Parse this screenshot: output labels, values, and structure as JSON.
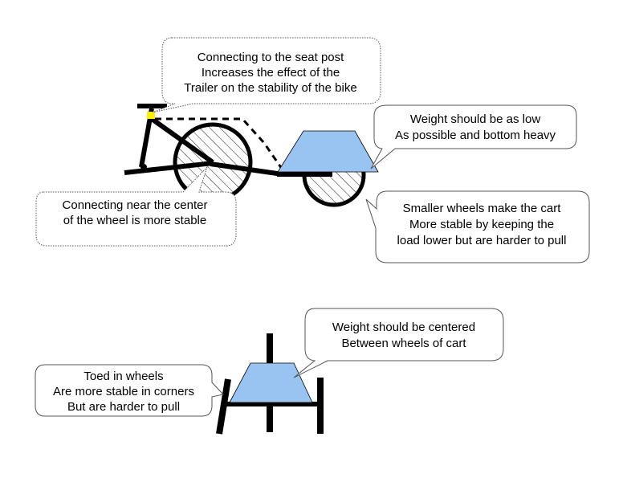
{
  "callouts": {
    "seat_post": {
      "lines": [
        "Connecting to the seat post",
        "Increases the effect of the",
        "Trailer on the stability of the bike"
      ]
    },
    "weight_low": {
      "lines": [
        "Weight should be as low",
        "As possible and bottom heavy"
      ]
    },
    "wheel_center": {
      "lines": [
        "Connecting near the center",
        "of the wheel is more stable"
      ]
    },
    "small_wheels": {
      "lines": [
        "Smaller wheels make the cart",
        "More stable by keeping the",
        "load lower but are harder to pull"
      ]
    },
    "weight_centered": {
      "lines": [
        "Weight should be centered",
        "Between wheels of cart"
      ]
    },
    "toed_in": {
      "lines": [
        "Toed in wheels",
        "Are more stable in corners",
        "But are harder to pull"
      ]
    }
  },
  "colors": {
    "load": "#99c4f2",
    "hitch_point": "#ffee00",
    "outline": "#000000",
    "callout_border": "#555555"
  }
}
